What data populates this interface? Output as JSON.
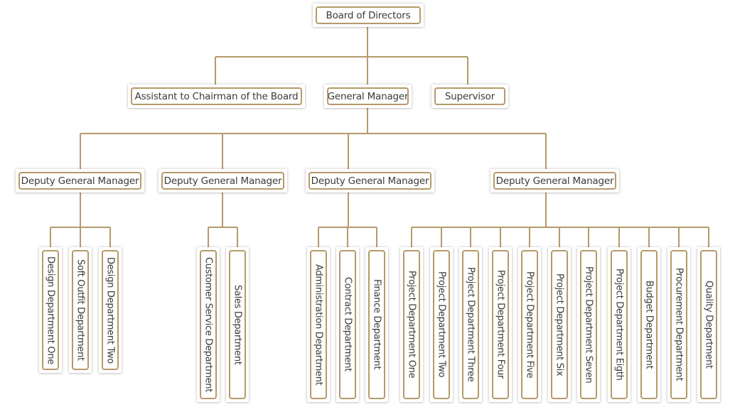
{
  "colors": {
    "connector": "#b59a6a",
    "text": "#3a3a3a",
    "background": "#ffffff"
  },
  "board": "Board of Directors",
  "level2": [
    "Assistant to Chairman of the Board",
    "General Manager",
    "Supervisor"
  ],
  "deputies": [
    "Deputy General Manager",
    "Deputy General Manager",
    "Deputy General Manager",
    "Deputy General Manager"
  ],
  "departments": {
    "group1": [
      "Design Department One",
      "Soft Outfit Department",
      "Design Department Two"
    ],
    "group2": [
      "Customer Service Department",
      "Sales Department"
    ],
    "group3": [
      "Administration Department",
      "Contract Department",
      "Finance Department"
    ],
    "group4": [
      "Project Department One",
      "Project Department Two",
      "Project Department Three",
      "Project Department Four",
      "Project Department Five",
      "Project Department Six",
      "Project Department Seven",
      "Project Department Eigth",
      "Budget Department",
      "Procurement Department",
      "Quality Department"
    ]
  }
}
